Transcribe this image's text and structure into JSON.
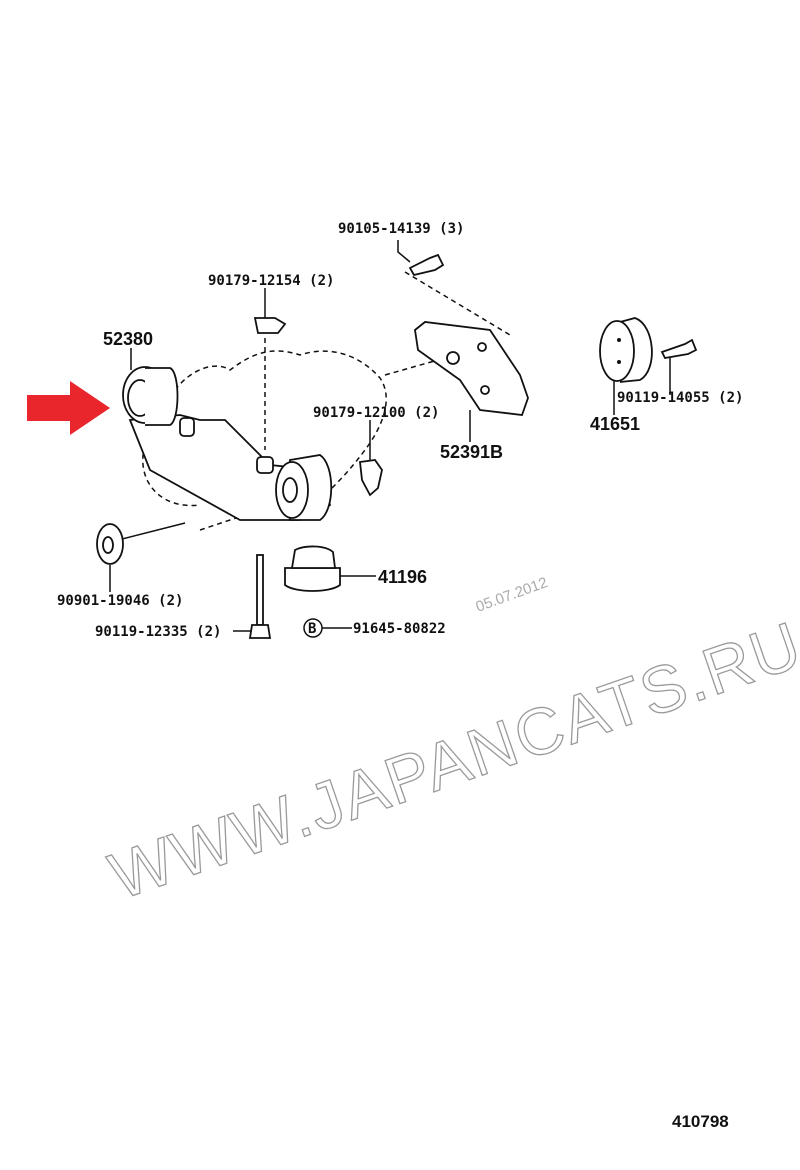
{
  "diagram": {
    "labels": {
      "p90105": "90105-14139 (3)",
      "p90179a": "90179-12154 (2)",
      "p52380": "52380",
      "p90179b": "90179-12100 (2)",
      "p52391": "52391B",
      "p41651": "41651",
      "p90119a": "90119-14055 (2)",
      "p90901": "90901-19046 (2)",
      "p41196": "41196",
      "p90119b": "90119-12335 (2)",
      "b_marker": "B",
      "p91645": "91645-80822"
    },
    "date_stamp": "05.07.2012",
    "watermark": "WWW.JAPANCATS.RU",
    "diagram_number": "410798",
    "colors": {
      "arrow": "#e8262b",
      "watermark": "#9a9a9a"
    }
  }
}
